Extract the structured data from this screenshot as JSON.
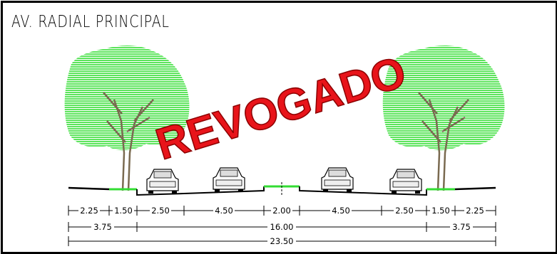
{
  "title": "AV. RADIAL PRINCIPAL",
  "stamp": "REVOGADO",
  "dimensions": {
    "row1": [
      "2.25",
      "1.50",
      "2.50",
      "4.50",
      "2.00",
      "4.50",
      "2.50",
      "1.50",
      "2.25"
    ],
    "row2": [
      "3.75",
      "16.00",
      "3.75"
    ],
    "row3": [
      "23.50"
    ]
  },
  "colors": {
    "tree_foliage": "#33dd33",
    "tree_trunk": "#7a6a50",
    "stamp": "#e8141a",
    "median": "#33dd33"
  }
}
